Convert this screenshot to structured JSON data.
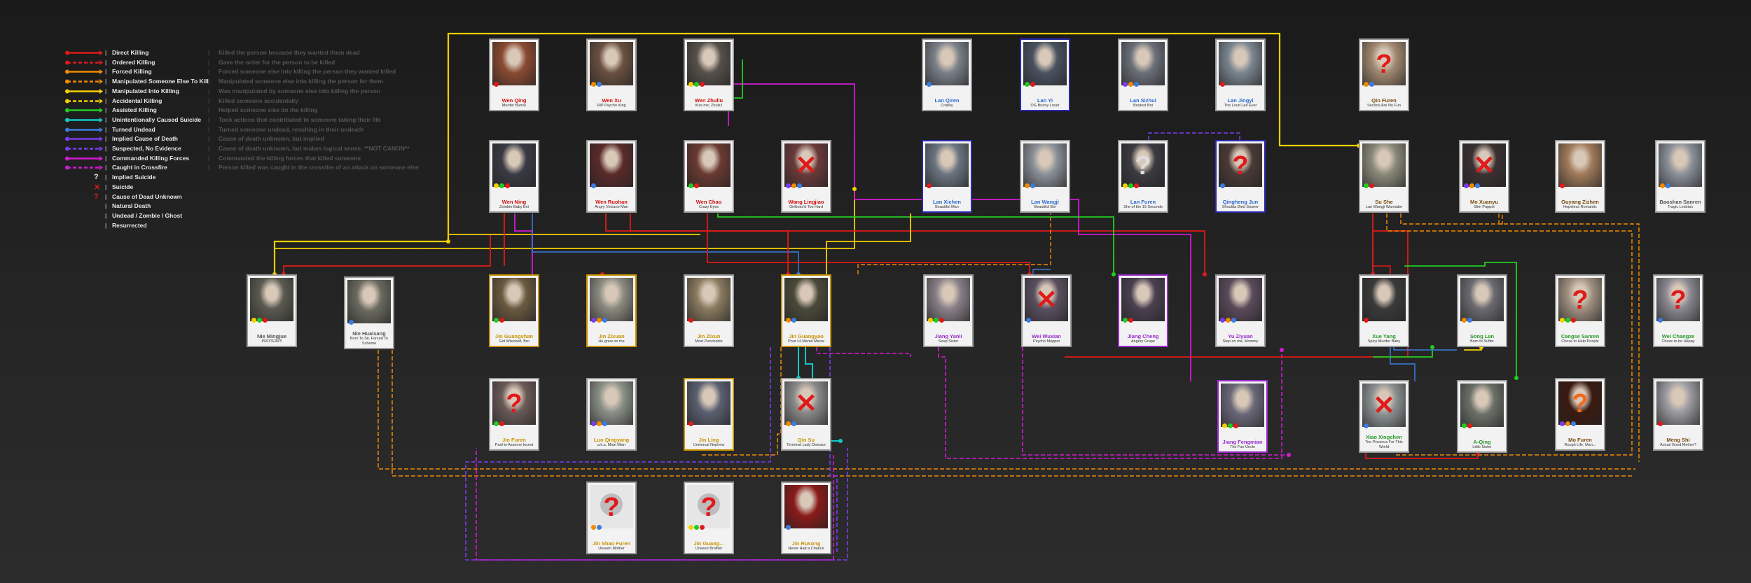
{
  "legend": [
    {
      "label": "Direct Killing",
      "desc": "Killed the person because they wanted them dead",
      "color": "#e01a1a",
      "style": "solid"
    },
    {
      "label": "Ordered Killing",
      "desc": "Gave the order for the person to be killed",
      "color": "#e01a1a",
      "style": "dashed"
    },
    {
      "label": "Forced Killing",
      "desc": "Forced someone else into killing the person they wanted killed",
      "color": "#f08a00",
      "style": "solid"
    },
    {
      "label": "Manipulated Someone Else To Kill",
      "desc": "Manipulated someone else into killing the person for them",
      "color": "#f08a00",
      "style": "dashed"
    },
    {
      "label": "Manipulated Into Killing",
      "desc": "Was manipulated by someone else into killing the person",
      "color": "#f5d000",
      "style": "solid"
    },
    {
      "label": "Accidental Killing",
      "desc": "Killed someone accidentally",
      "color": "#f5d000",
      "style": "dashed"
    },
    {
      "label": "Assisted Killing",
      "desc": "Helped someone else do the killing",
      "color": "#22cc22",
      "style": "solid"
    },
    {
      "label": "Unintentionally Caused Suicide",
      "desc": "Took actions that contributed to someone taking their life",
      "color": "#10c8c8",
      "style": "solid"
    },
    {
      "label": "Turned Undead",
      "desc": "Turned someone undead, resulting in their undeath",
      "color": "#3a7de0",
      "style": "solid"
    },
    {
      "label": "Implied Cause of Death",
      "desc": "Cause of death unknown, but implied",
      "color": "#7a3cf0",
      "style": "solid"
    },
    {
      "label": "Suspected, No Evidence",
      "desc": "Cause of death unknown, but makes logical sense. **NOT CANON**",
      "color": "#7a3cf0",
      "style": "dashed"
    },
    {
      "label": "Commanded Killing Forces",
      "desc": "Commanded the killing forces that killed someone",
      "color": "#d21ad2",
      "style": "solid"
    },
    {
      "label": "Caught in Crossfire",
      "desc": "Person killed was caught in the crossfire of an attack on someone else",
      "color": "#d21ad2",
      "style": "dashed"
    },
    {
      "label": "Implied Suicide",
      "desc": "",
      "glyph": "?",
      "glyphColor": "#e8e8e8"
    },
    {
      "label": "Suicide",
      "desc": "",
      "glyph": "✕",
      "glyphColor": "#e01a1a"
    },
    {
      "label": "Cause of Dead Unknown",
      "desc": "",
      "glyph": "?",
      "glyphColor": "#e01a1a"
    },
    {
      "label": "Natural Death",
      "desc": ""
    },
    {
      "label": "Undead / Zombie / Ghost",
      "desc": ""
    },
    {
      "label": "Resurrected",
      "desc": ""
    }
  ],
  "characters": [
    {
      "id": "wen_qing",
      "name": "Wen Qing",
      "sub": "Murder Bunny",
      "nameColor": "#d01010",
      "border": "#9a9a9a",
      "pic": "#8a4a32",
      "mark": ""
    },
    {
      "id": "wen_xu",
      "name": "Wen Xu",
      "sub": "RIP Psycho King",
      "nameColor": "#d01010",
      "border": "#9a9a9a",
      "pic": "#6a5040",
      "mark": ""
    },
    {
      "id": "wen_zhuliu",
      "name": "Wen Zhuliu",
      "sub": "Kiss me, Zhuliu!",
      "nameColor": "#d01010",
      "border": "#9a9a9a",
      "pic": "#55504a",
      "mark": ""
    },
    {
      "id": "lan_qiren",
      "name": "Lan Qiren",
      "sub": "Cranky",
      "nameColor": "#2a6ad0",
      "border": "#9a9a9a",
      "pic": "#7a8088",
      "mark": ""
    },
    {
      "id": "lan_yi",
      "name": "Lan Yi",
      "sub": "OG Bunny Lover",
      "nameColor": "#2a6ad0",
      "border": "#2a2ab0",
      "pic": "#4a5260",
      "mark": ""
    },
    {
      "id": "lan_sizhui",
      "name": "Lan Sizhui",
      "sub": "Bestest Boi",
      "nameColor": "#2a6ad0",
      "border": "#9a9a9a",
      "pic": "#6a7078",
      "mark": ""
    },
    {
      "id": "lan_jingyi",
      "name": "Lan Jingyi",
      "sub": "The Loud Lan Ever",
      "nameColor": "#2a6ad0",
      "border": "#9a9a9a",
      "pic": "#7a8590",
      "mark": ""
    },
    {
      "id": "qin_furen",
      "name": "Qin Furen",
      "sub": "Secrets Are No Fun",
      "nameColor": "#7a4a10",
      "border": "#9a9a9a",
      "pic": "#a08870",
      "mark": "?",
      "markColor": "#e01a1a"
    },
    {
      "id": "wen_ning",
      "name": "Wen Ning",
      "sub": "Zombie Baby Boi",
      "nameColor": "#d01010",
      "border": "#9a9a9a",
      "pic": "#3a3a44",
      "mark": ""
    },
    {
      "id": "wen_ruohan",
      "name": "Wen Ruohan",
      "sub": "Angry Volcano Man",
      "nameColor": "#d01010",
      "border": "#9a9a9a",
      "pic": "#5a2a2a",
      "mark": ""
    },
    {
      "id": "wen_chao",
      "name": "Wen Chao",
      "sub": "Crazy Eyes",
      "nameColor": "#d01010",
      "border": "#9a9a9a",
      "pic": "#6a3a32",
      "mark": ""
    },
    {
      "id": "wang_lingjiao",
      "name": "Wang Lingjiao",
      "sub": "Girlboss'd Too Hard",
      "nameColor": "#d01010",
      "border": "#9a9a9a",
      "pic": "#6a3a3a",
      "mark": "✕",
      "markColor": "#e01a1a"
    },
    {
      "id": "lan_xichen",
      "name": "Lan Xichen",
      "sub": "Beautiful Man",
      "nameColor": "#2a6ad0",
      "border": "#2a2ab0",
      "pic": "#6a7480",
      "mark": ""
    },
    {
      "id": "lan_wangji",
      "name": "Lan Wangji",
      "sub": "Beautiful Boi",
      "nameColor": "#2a6ad0",
      "border": "#9a9a9a",
      "pic": "#8a9098",
      "mark": ""
    },
    {
      "id": "lan_furen",
      "name": "Lan Furen",
      "sub": "She of the 15 Seconds",
      "nameColor": "#2a6ad0",
      "border": "#9a9a9a",
      "pic": "#3a3a40",
      "mark": "?",
      "markColor": "#dddddd"
    },
    {
      "id": "qingheng_jun",
      "name": "Qingheng Jun",
      "sub": "Shoulda Died Sooner",
      "nameColor": "#2a6ad0",
      "border": "#2a2ab0",
      "pic": "#4a3a36",
      "mark": "?",
      "markColor": "#e01a1a"
    },
    {
      "id": "su_she",
      "name": "Su She",
      "sub": "Lan Wangji Wannabe",
      "nameColor": "#7a4a10",
      "border": "#9a9a9a",
      "pic": "#8a8a7a",
      "mark": ""
    },
    {
      "id": "mo_xuanyu",
      "name": "Mo Xuanyu",
      "sub": "Slim Puppet",
      "nameColor": "#7a4a10",
      "border": "#9a9a9a",
      "pic": "#3a3030",
      "mark": "✕",
      "markColor": "#e01a1a"
    },
    {
      "id": "ouyang_zizhen",
      "name": "Ouyang Zizhen",
      "sub": "Hopeless Romantic",
      "nameColor": "#7a4a10",
      "border": "#9a9a9a",
      "pic": "#a07a5a",
      "mark": ""
    },
    {
      "id": "baoshan_sanren",
      "name": "Baoshan Sanren",
      "sub": "Tragic Lesbian",
      "nameColor": "#555555",
      "border": "#9a9a9a",
      "pic": "#8a9098",
      "mark": ""
    },
    {
      "id": "nie_mingjue",
      "name": "Nie Mingjue",
      "sub": "PROTEIN!!!",
      "nameColor": "#555555",
      "border": "#9a9a9a",
      "pic": "#5a5a50",
      "mark": ""
    },
    {
      "id": "nie_huaisang",
      "name": "Nie Huaisang",
      "sub": "Born To Sit, Forced To Scheme",
      "nameColor": "#555555",
      "border": "#9a9a9a",
      "pic": "#6a6a60",
      "mark": ""
    },
    {
      "id": "jin_guangshan",
      "name": "Jin Guangshan",
      "sub": "Get Wrecked, Bro",
      "nameColor": "#c89400",
      "border": "#c89400",
      "pic": "#6a5a40",
      "mark": ""
    },
    {
      "id": "jin_zixuan",
      "name": "Jin Zixuan",
      "sub": "He grew on me",
      "nameColor": "#c89400",
      "border": "#c89400",
      "pic": "#8a8a80",
      "mark": ""
    },
    {
      "id": "jin_zixun",
      "name": "Jin Zixun",
      "sub": "Most Punchable",
      "nameColor": "#c89400",
      "border": "#9a9a9a",
      "pic": "#8a7a60",
      "mark": ""
    },
    {
      "id": "jin_guangyao",
      "name": "Jin Guangyao",
      "sub": "Pour Lil Meme Meow",
      "nameColor": "#c89400",
      "border": "#c89400",
      "pic": "#4a4a3a",
      "mark": ""
    },
    {
      "id": "jiang_yanli",
      "name": "Jiang Yanli",
      "sub": "Soup Sister",
      "nameColor": "#9a2ad0",
      "border": "#9a9a9a",
      "pic": "#8a8088",
      "mark": ""
    },
    {
      "id": "wei_wuxian",
      "name": "Wei Wuxian",
      "sub": "Psycho Muppet",
      "nameColor": "#9a2ad0",
      "border": "#9a9a9a",
      "pic": "#5a5060",
      "mark": "✕",
      "markColor": "#e01a1a"
    },
    {
      "id": "jiang_cheng",
      "name": "Jiang Cheng",
      "sub": "Angery Grape",
      "nameColor": "#9a2ad0",
      "border": "#9a2ad0",
      "pic": "#4a4050",
      "mark": ""
    },
    {
      "id": "yu_ziyuan",
      "name": "Yu Ziyuan",
      "sub": "Step on me, Mommy",
      "nameColor": "#9a2ad0",
      "border": "#9a9a9a",
      "pic": "#5a4a5a",
      "mark": ""
    },
    {
      "id": "xue_yang",
      "name": "Xue Yang",
      "sub": "Spicy Murder Baby",
      "nameColor": "#2a9a2a",
      "border": "#9a9a9a",
      "pic": "#3a3a3a",
      "mark": ""
    },
    {
      "id": "song_lan",
      "name": "Song Lan",
      "sub": "Born to Suffer",
      "nameColor": "#2a9a2a",
      "border": "#9a9a9a",
      "pic": "#6a6a70",
      "mark": ""
    },
    {
      "id": "cangse_sanren",
      "name": "Cangse Sanren",
      "sub": "Chose to Help People",
      "nameColor": "#2a9a2a",
      "border": "#9a9a9a",
      "pic": "#a09080",
      "mark": "?",
      "markColor": "#e01a1a"
    },
    {
      "id": "wei_changze",
      "name": "Wei Changze",
      "sub": "Chose to be Happy",
      "nameColor": "#2a9a2a",
      "border": "#9a9a9a",
      "pic": "#8a8890",
      "mark": "?",
      "markColor": "#e01a1a"
    },
    {
      "id": "jin_furen",
      "name": "Jin Furen",
      "sub": "Paid to Assume Incest",
      "nameColor": "#c89400",
      "border": "#9a9a9a",
      "pic": "#6a5a58",
      "mark": "?",
      "markColor": "#e01a1a"
    },
    {
      "id": "luo_qingyang",
      "name": "Luo Qingyang",
      "sub": "a.k.a. Mian Mian",
      "nameColor": "#c89400",
      "border": "#9a9a9a",
      "pic": "#8a9088",
      "mark": ""
    },
    {
      "id": "jin_ling",
      "name": "Jin Ling",
      "sub": "Universal Nephew",
      "nameColor": "#c89400",
      "border": "#c89400",
      "pic": "#5a6070",
      "mark": ""
    },
    {
      "id": "qin_su",
      "name": "Qin Su",
      "sub": "Terminal Lady Disease",
      "nameColor": "#c89400",
      "border": "#9a9a9a",
      "pic": "#8a8a8a",
      "mark": "✕",
      "markColor": "#e01a1a"
    },
    {
      "id": "jiang_fengmian",
      "name": "Jiang Fengmian",
      "sub": "The Fun Uncle",
      "nameColor": "#9a2ad0",
      "border": "#9a2ad0",
      "pic": "#6a6878",
      "mark": ""
    },
    {
      "id": "xiao_xingchen",
      "name": "Xiao Xingchen",
      "sub": "Too Precious For This World",
      "nameColor": "#2a9a2a",
      "border": "#9a9a9a",
      "pic": "#8a9090",
      "mark": "✕",
      "markColor": "#e01a1a"
    },
    {
      "id": "a_qing",
      "name": "A-Qing",
      "sub": "Little Sister",
      "nameColor": "#2a9a2a",
      "border": "#9a9a9a",
      "pic": "#6a7068",
      "mark": ""
    },
    {
      "id": "mo_furen",
      "name": "Mo Furen",
      "sub": "Rough Life, Man...",
      "nameColor": "#7a4a10",
      "border": "#9a9a9a",
      "pic": "#3a1a10",
      "mark": "?",
      "markColor": "#f06a1a"
    },
    {
      "id": "meng_shi",
      "name": "Meng Shi",
      "sub": "Actual Good Mother?",
      "nameColor": "#7a4a10",
      "border": "#9a9a9a",
      "pic": "#9a9aa0",
      "mark": ""
    },
    {
      "id": "jin_shaofuren",
      "name": "Jin Shao Furen",
      "sub": "Unseen Mother",
      "nameColor": "#c89400",
      "border": "#9a9a9a",
      "pic": "#e0e0e0",
      "mark": "?",
      "markColor": "#e01a1a"
    },
    {
      "id": "jin_guang",
      "name": "Jin Guang...",
      "sub": "Unseen Brother",
      "nameColor": "#c89400",
      "border": "#9a9a9a",
      "pic": "#e0e0e0",
      "mark": "?",
      "markColor": "#e01a1a"
    },
    {
      "id": "jin_rusong",
      "name": "Jin Rusong",
      "sub": "Never Had a Chance",
      "nameColor": "#c89400",
      "border": "#9a9a9a",
      "pic": "#8a1a1a",
      "mark": ""
    }
  ]
}
